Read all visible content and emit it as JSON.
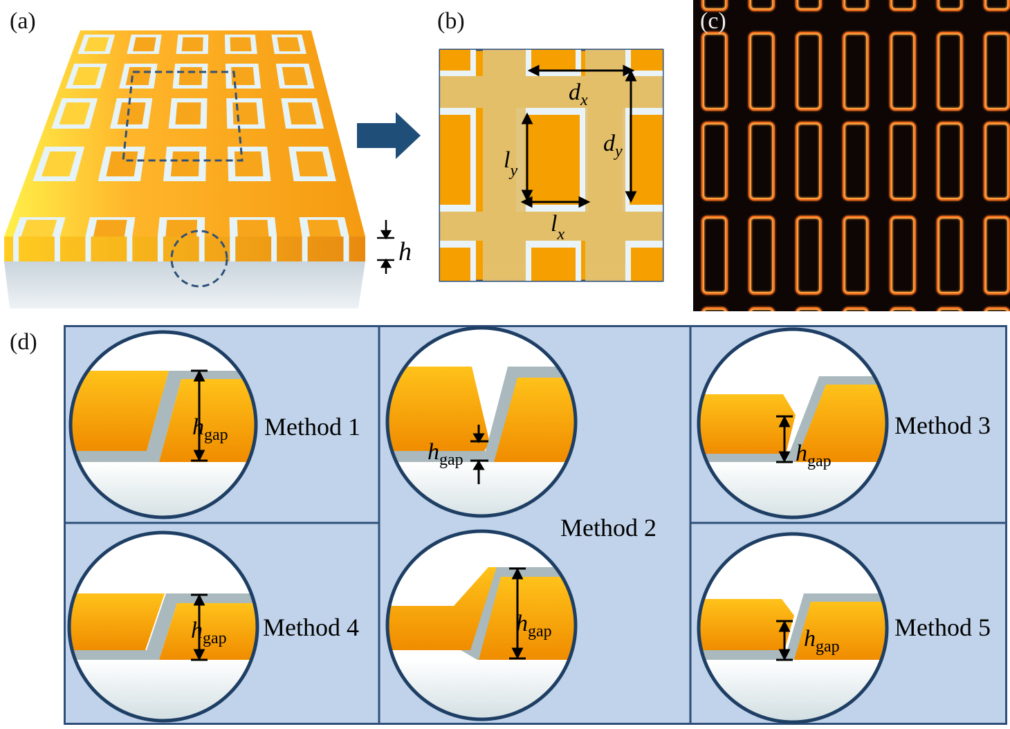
{
  "panels": {
    "a": {
      "label": "(a)",
      "thickness_symbol": "h"
    },
    "b": {
      "label": "(b)",
      "dx": "d",
      "dx_sub": "x",
      "dy": "d",
      "dy_sub": "y",
      "lx": "l",
      "lx_sub": "x",
      "ly": "l",
      "ly_sub": "y"
    },
    "c": {
      "label": "(c)"
    },
    "d": {
      "label": "(d)",
      "h_symbol": "h",
      "gap_sub": "gap",
      "methods": [
        {
          "name": "Method 1"
        },
        {
          "name": "Method 2"
        },
        {
          "name": "Method 3"
        },
        {
          "name": "Method 4"
        },
        {
          "name": "Method 5"
        }
      ]
    }
  },
  "colors": {
    "gold": "#f59f00",
    "gold_light": "#ffcc22",
    "bg_blue": "#c0d3ea",
    "frame_blue": "#2f4f7a",
    "circle_border": "#1e3e64",
    "gap_gray": "#a9b9bd",
    "arrow_blue": "#1f4e79"
  }
}
